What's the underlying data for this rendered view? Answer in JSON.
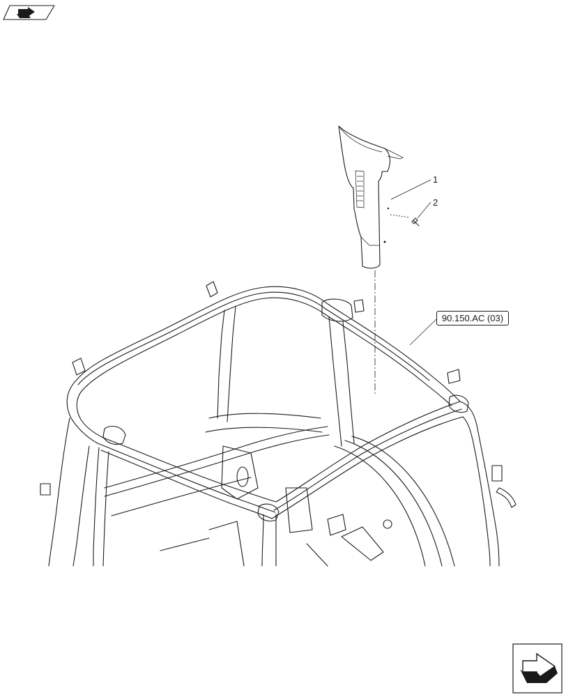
{
  "callouts": {
    "part_1": "1",
    "part_2": "2"
  },
  "reference": {
    "label": "90.150.AC (03)"
  },
  "icons": {
    "top_left": "book-pointer-icon",
    "bottom_right": "next-page-arrow-icon"
  }
}
